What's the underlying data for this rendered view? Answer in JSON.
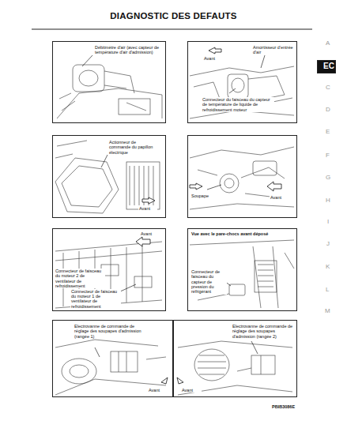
{
  "diagram": {
    "title": "DIAGNOSTIC DES DEFAUTS",
    "nodes": [
      {
        "text": [
          "Débitmètre d'air (avec capteur de température d'air d'admission)"
        ]
      },
      {
        "text": [
          "Amortisseur d'entrée d'air",
          "Avant",
          "Connecteur du faisceau du capteur de température de liquide de refroidissement moteur"
        ]
      },
      {
        "text": [
          "Actionneur de commande du papillon électrique",
          "Avant"
        ]
      },
      {
        "text": [
          "Soupape",
          "Avant"
        ]
      },
      {
        "text": [
          "Avant",
          "Connecteur de faisceau du moteur 2 de ventilateur de refroidissement",
          "Connecteur de faisceau du moteur 1 de ventilateur de refroidissement"
        ]
      },
      {
        "text": [
          "Vue avec le pare-chocs avant déposé",
          "Connecteur de faisceau du capteur de pression du réfrigérant"
        ]
      },
      {
        "text": [
          "Electrovanne de commande de réglage des soupapes d'admission (rangée 1)",
          "Avant"
        ]
      },
      {
        "text": [
          "Electrovanne de commande de réglage des soupapes d'admission (rangée 2)",
          "Avant"
        ]
      },
      {
        "text": [
          "EC"
        ]
      }
    ],
    "edges": [],
    "labels": [
      "A",
      "C",
      "D",
      "E",
      "F",
      "G",
      "H",
      "I",
      "J",
      "K",
      "L",
      "M",
      "PBIB3086E"
    ]
  }
}
